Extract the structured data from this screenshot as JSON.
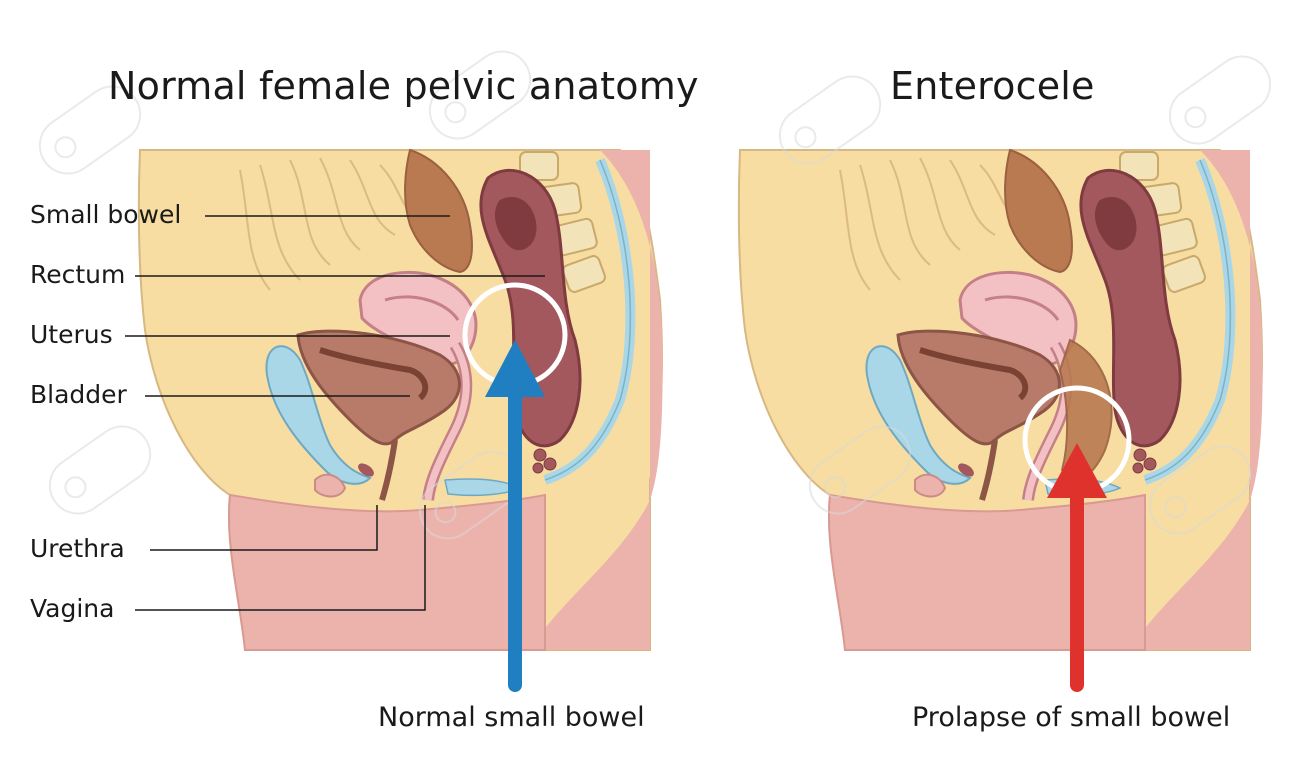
{
  "left_panel": {
    "title": "Normal female pelvic anatomy",
    "labels": {
      "small_bowel": "Small bowel",
      "rectum": "Rectum",
      "uterus": "Uterus",
      "bladder": "Bladder",
      "urethra": "Urethra",
      "vagina": "Vagina"
    },
    "caption": "Normal small bowel",
    "arrow_color": "#1f7fc0"
  },
  "right_panel": {
    "title": "Enterocele",
    "caption": "Prolapse of small bowel",
    "arrow_color": "#e0322d"
  },
  "colors": {
    "abdomen": "#f7dda1",
    "skin": "#ecb3ad",
    "bowel_brown": "#b97a52",
    "rectum": "#a2585c",
    "uterus_pink": "#f3c0c4",
    "bladder": "#b87b6a",
    "blue_fluid": "#a9d7e8",
    "highlight_circle": "#ffffff"
  }
}
